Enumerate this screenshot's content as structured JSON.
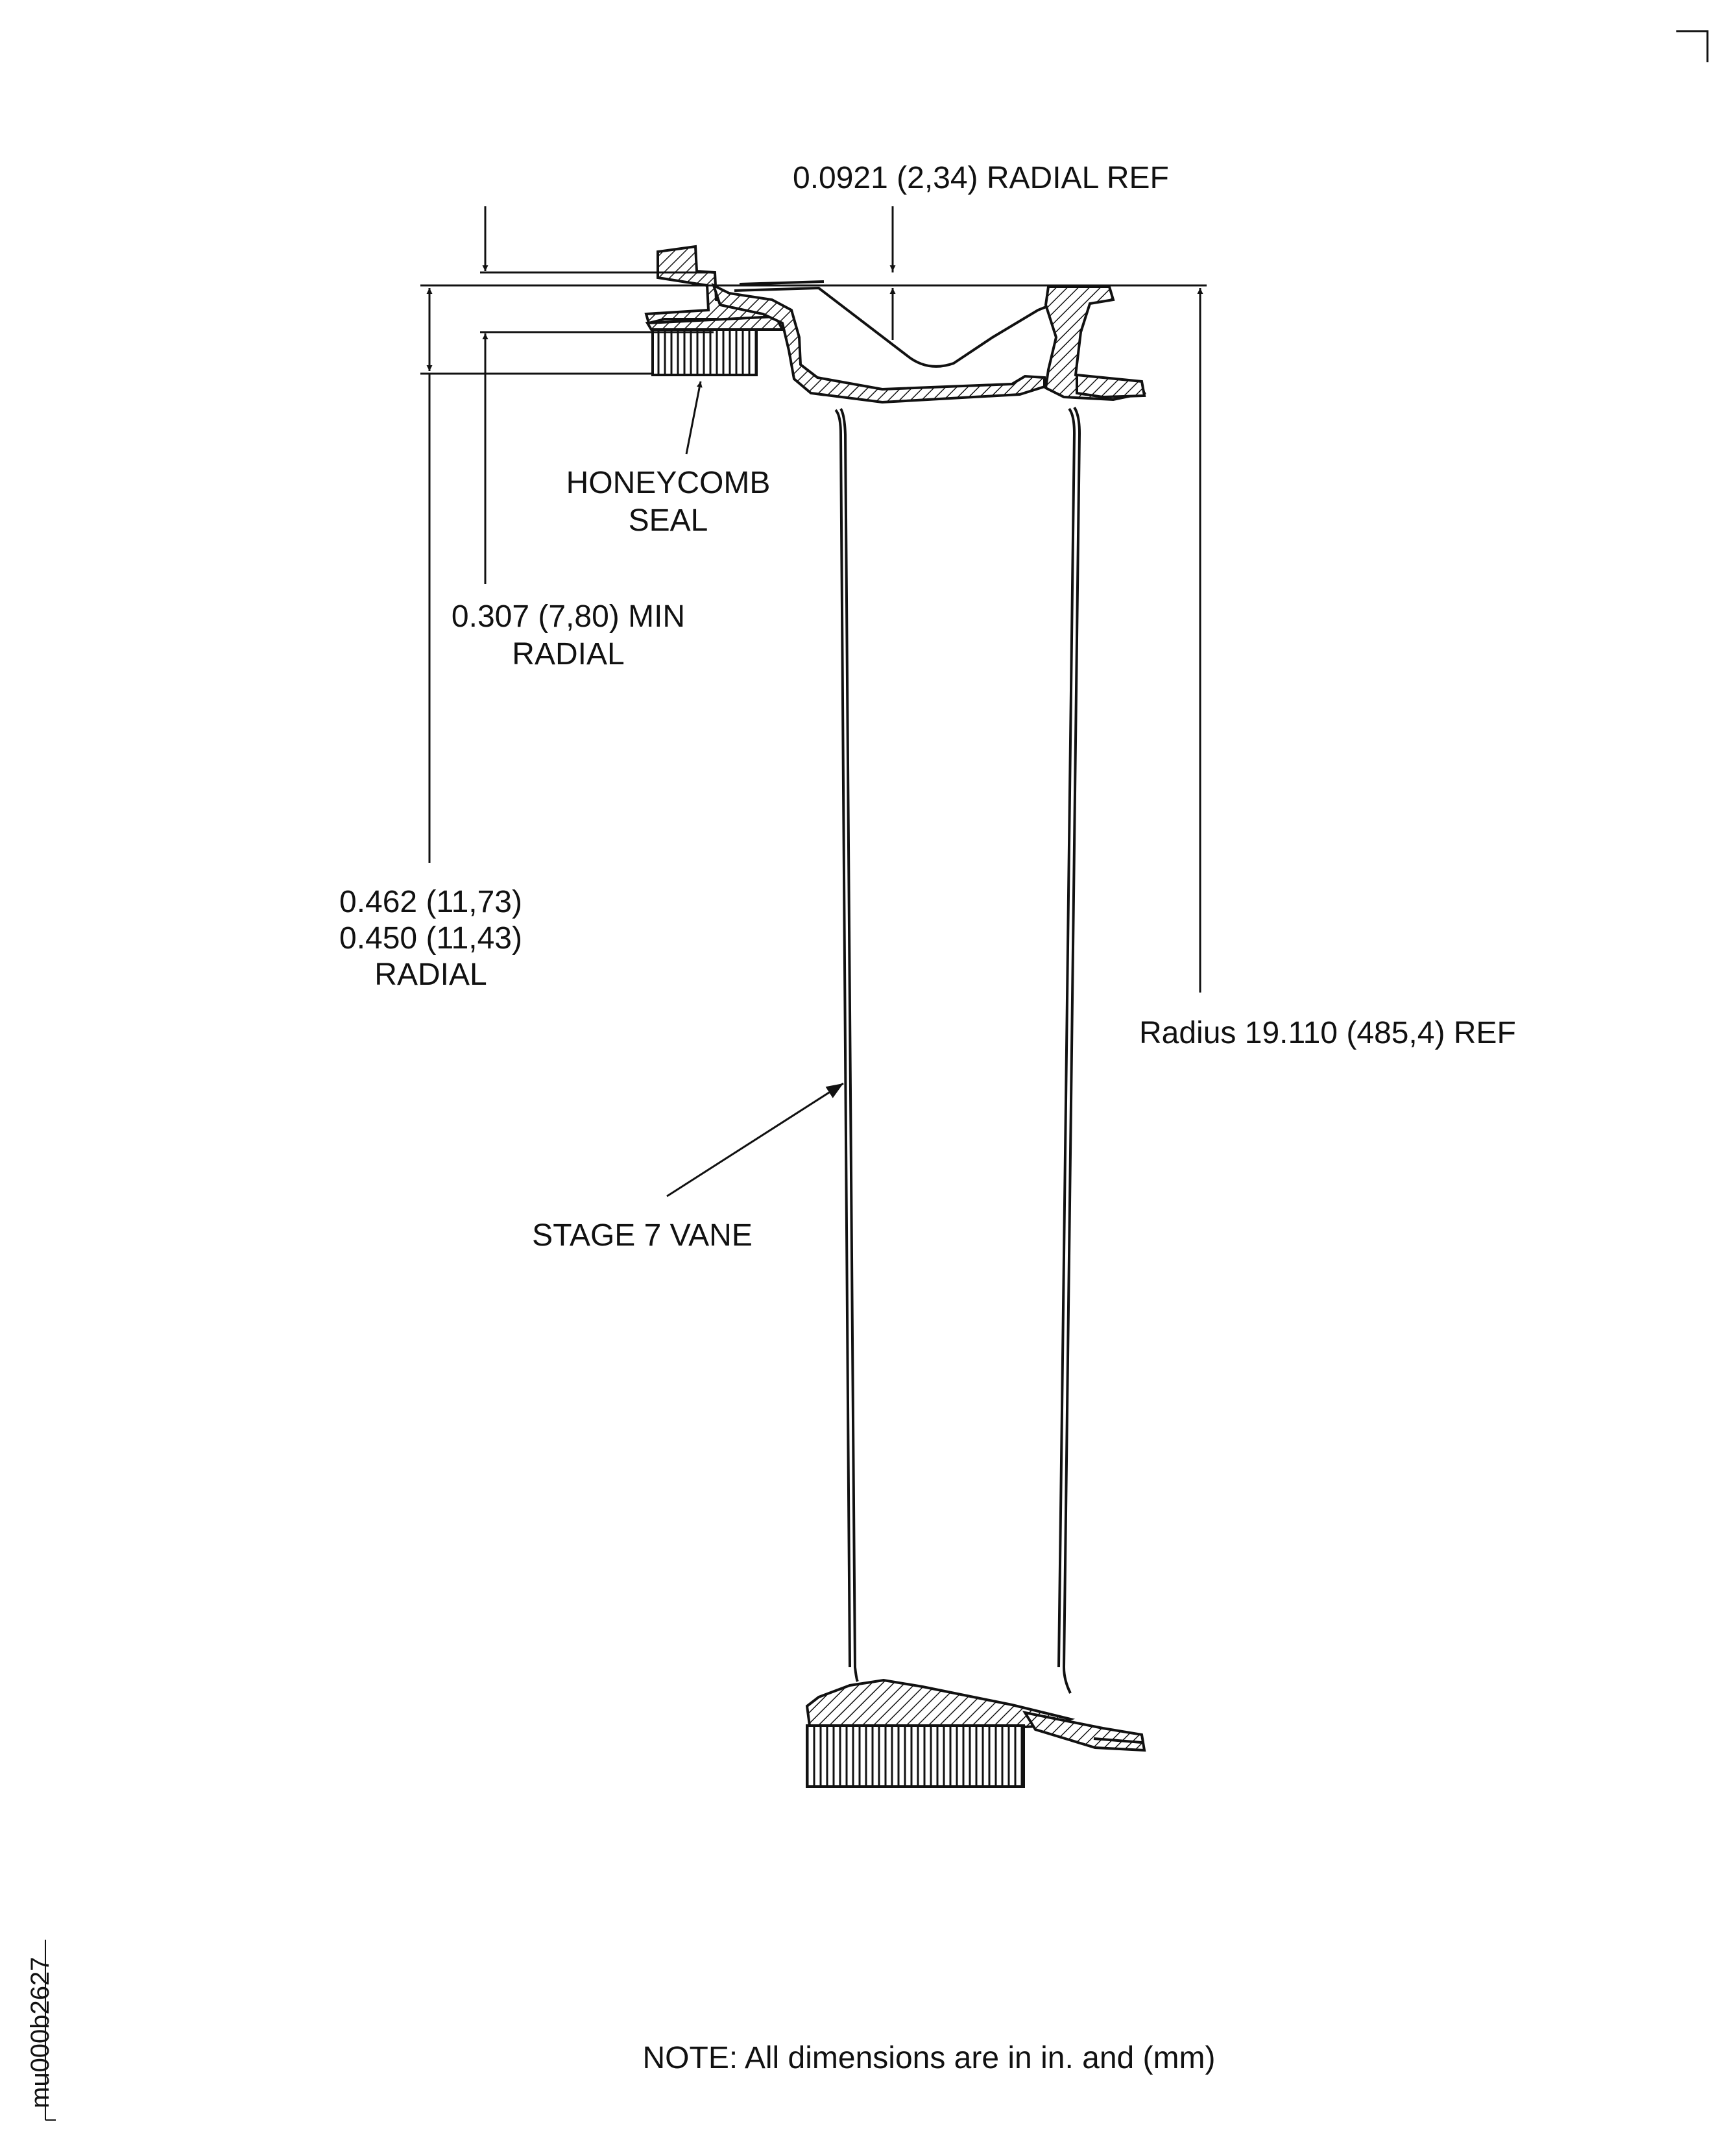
{
  "figure_id": "mu000b2627",
  "labels": {
    "radial_ref_top": "0.0921 (2,34) RADIAL REF",
    "honeycomb_seal_line1": "HONEYCOMB",
    "honeycomb_seal_line2": "SEAL",
    "min_radial_line1": "0.307 (7,80) MIN",
    "min_radial_line2": "RADIAL",
    "range_radial_line1": "0.462 (11,73)",
    "range_radial_line2": "0.450 (11,43)",
    "range_radial_line3": "RADIAL",
    "radius_ref": "Radius 19.110 (485,4) REF",
    "stage_vane": "STAGE 7 VANE",
    "note": "NOTE: All dimensions are in in. and (mm)"
  },
  "colors": {
    "line": "#111111",
    "background": "#ffffff"
  }
}
